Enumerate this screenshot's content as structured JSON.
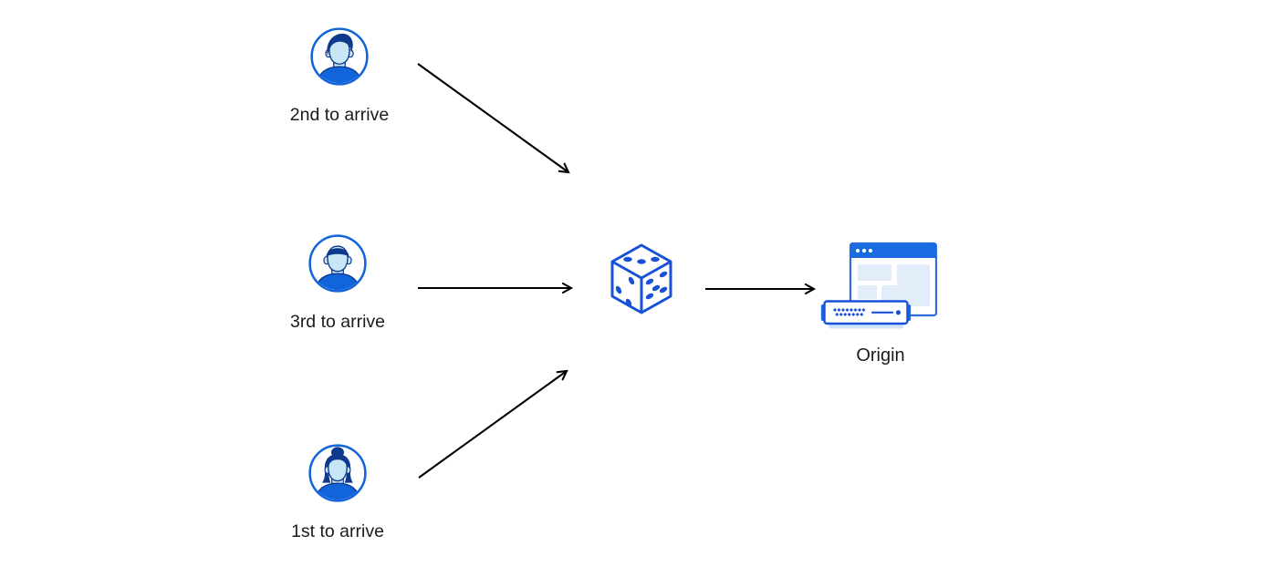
{
  "nodes": {
    "user_second": {
      "label": "2nd to arrive",
      "icon": "male-user-avatar-icon"
    },
    "user_third": {
      "label": "3rd to arrive",
      "icon": "male-user-avatar-icon"
    },
    "user_first": {
      "label": "1st to arrive",
      "icon": "female-user-avatar-icon"
    },
    "dice": {
      "icon": "dice-icon"
    },
    "origin": {
      "label": "Origin",
      "icon": "origin-server-icon"
    }
  },
  "edges": [
    {
      "from": "user_second",
      "to": "dice"
    },
    {
      "from": "user_third",
      "to": "dice"
    },
    {
      "from": "user_first",
      "to": "dice"
    },
    {
      "from": "dice",
      "to": "origin"
    }
  ],
  "colors": {
    "background": "#ffffff",
    "arrow": "#000000",
    "label_text": "#1b1b1f",
    "blue_primary": "#1264db",
    "blue_dark_navy": "#0e3a8d",
    "blue_face_light": "#c9e6f7",
    "blue_pale_fill": "#e3edf9",
    "blue_dice": "#1850d8",
    "blue_titlebar": "#1a6be2",
    "blue_server_base": "#cfe4f8"
  }
}
